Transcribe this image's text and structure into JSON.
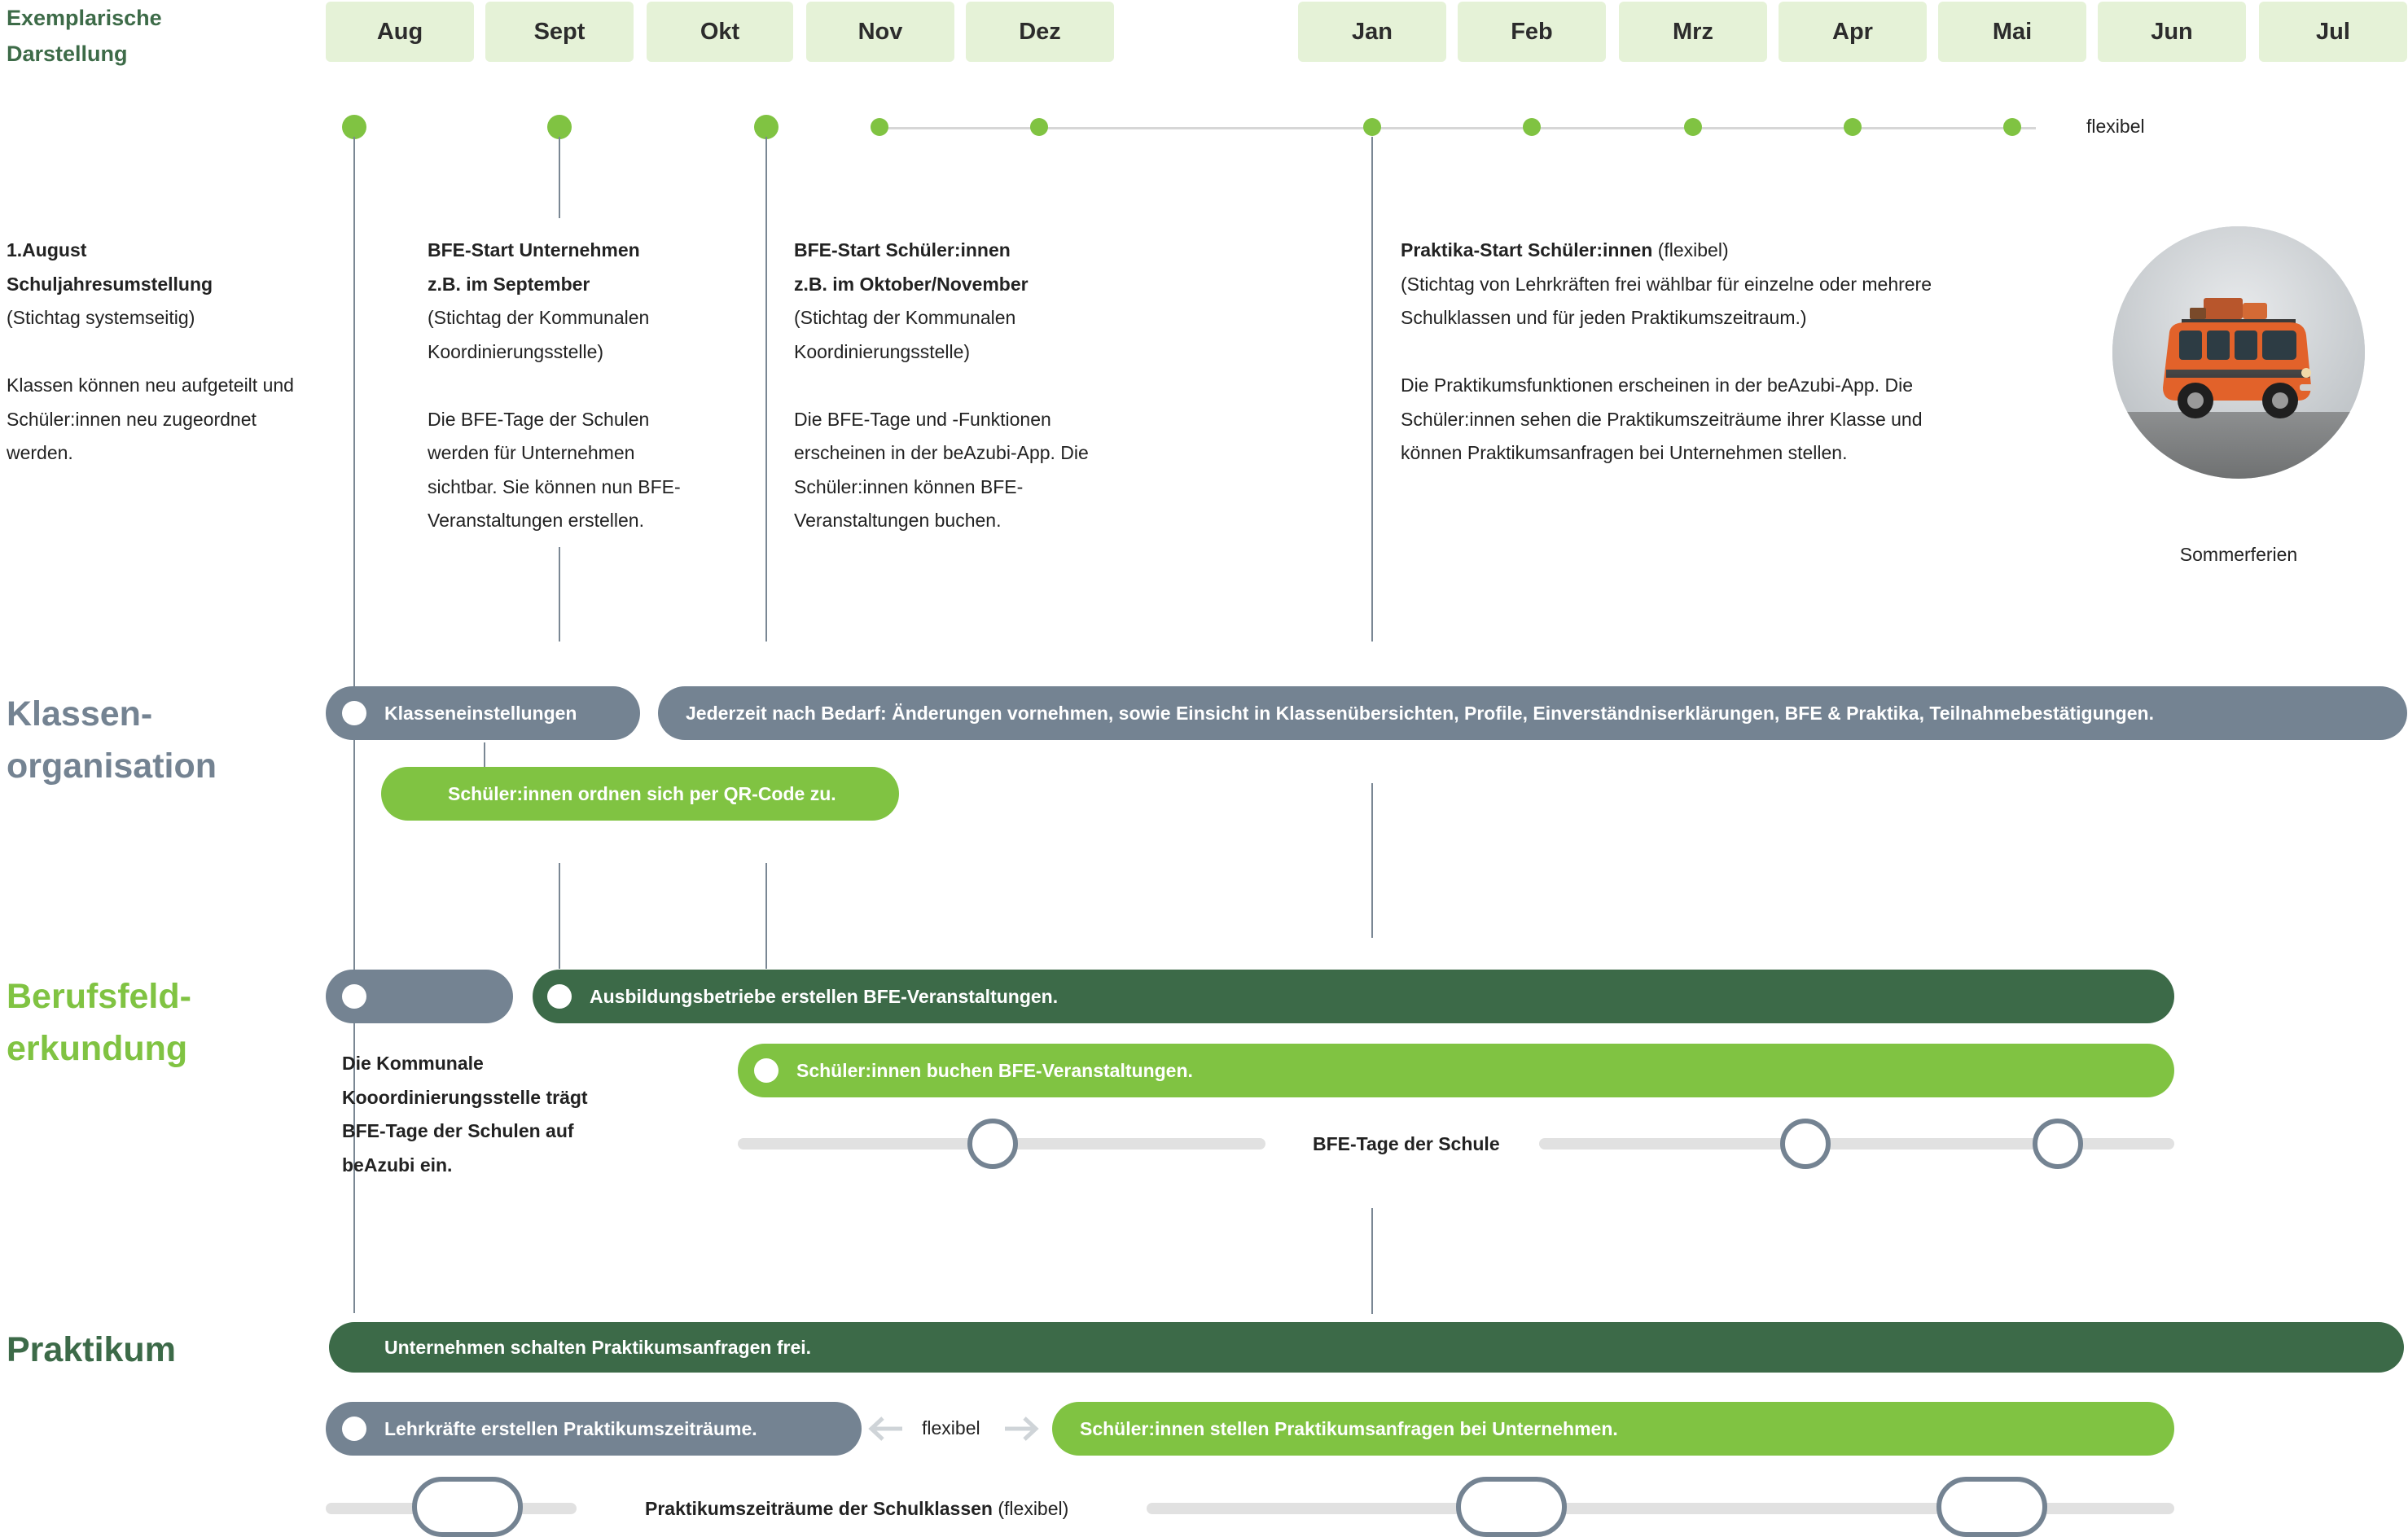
{
  "header": {
    "title_line1": "Exemplarische",
    "title_line2": "Darstellung",
    "months": [
      "Aug",
      "Sept",
      "Okt",
      "Nov",
      "Dez",
      "Jan",
      "Feb",
      "Mrz",
      "Apr",
      "Mai",
      "Jun",
      "Jul"
    ]
  },
  "timeline": {
    "flexibel_label": "flexibel"
  },
  "milestones": {
    "aug": {
      "l1": "1.August",
      "l2": "Schuljahresumstellung",
      "l3": "(Stichtag systemseitig)",
      "p1": "Klassen können neu aufgeteilt und",
      "p2": "Schüler:innen neu zugeordnet",
      "p3": "werden."
    },
    "sept": {
      "l1": "BFE-Start Unternehmen",
      "l2": "z.B. im September",
      "l3": "(Stichtag der Kommunalen",
      "l4": "Koordinierungsstelle)",
      "p1": "Die BFE-Tage der Schulen",
      "p2": "werden für Unternehmen",
      "p3": "sichtbar. Sie können nun BFE-",
      "p4": "Veranstaltungen erstellen."
    },
    "okt": {
      "l1": "BFE-Start Schüler:innen",
      "l2": "z.B. im Oktober/November",
      "l3": "(Stichtag der Kommunalen",
      "l4": "Koordinierungsstelle)",
      "p1": "Die BFE-Tage und -Funktionen",
      "p2": "erscheinen in der beAzubi-App. Die",
      "p3": "Schüler:innen können BFE-",
      "p4": "Veranstaltungen buchen."
    },
    "jan": {
      "l1_bold": "Praktika-Start Schüler:innen",
      "l1_rest": " (flexibel)",
      "l2": "(Stichtag von Lehrkräften frei wählbar für einzelne oder mehrere",
      "l3": "Schulklassen und für jeden Praktikumszeitraum.)",
      "p1": "Die Praktikumsfunktionen erscheinen in der beAzubi-App. Die",
      "p2": "Schüler:innen sehen die Praktikumszeiträume ihrer Klasse und",
      "p3": "können Praktikumsanfragen bei Unternehmen stellen."
    },
    "summer_label": "Sommerferien"
  },
  "sections": {
    "klassen": {
      "title_l1": "Klassen-",
      "title_l2": "organisation",
      "bar1": "Klasseneinstellungen",
      "bar2": "Jederzeit nach Bedarf: Änderungen vornehmen, sowie Einsicht in Klassenübersichten, Profile, Einverständniserklärungen, BFE & Praktika, Teilnahmebestätigungen.",
      "bar3": "Schüler:innen ordnen sich per QR-Code zu."
    },
    "bfe": {
      "title_l1": "Berufsfeld-",
      "title_l2": "erkundung",
      "bar1": "Ausbildungsbetriebe erstellen BFE-Veranstaltungen.",
      "bar2": "Schüler:innen buchen BFE-Veranstaltungen.",
      "note_l1": "Die Kommunale",
      "note_l2": "Kooordinierungsstelle trägt",
      "note_l3": "BFE-Tage der Schulen auf",
      "note_l4": "beAzubi ein.",
      "track_label": "BFE-Tage der Schule"
    },
    "praktikum": {
      "title": "Praktikum",
      "bar1": "Unternehmen schalten Praktikumsanfragen frei.",
      "bar2": "Lehrkräfte erstellen Praktikumszeiträume.",
      "flex": "flexibel",
      "bar3": "Schüler:innen stellen Praktikumsanfragen bei Unternehmen.",
      "track_label_bold": "Praktikumszeiträume der  Schulklassen",
      "track_label_rest": " (flexibel)"
    }
  },
  "colors": {
    "light_green": "#80c342",
    "dark_green": "#3c6a48",
    "slate": "#748392",
    "month_bg": "#e5f2d7"
  }
}
